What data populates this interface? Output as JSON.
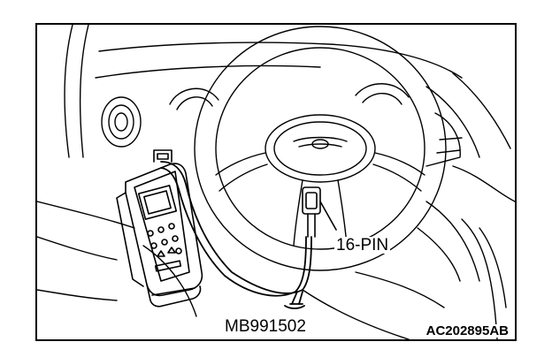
{
  "figure": {
    "callouts": {
      "connector": "16-PIN",
      "tool": "MB991502"
    },
    "figure_code": "AC202895AB",
    "colors": {
      "line": "#000000",
      "background": "#ffffff"
    }
  }
}
